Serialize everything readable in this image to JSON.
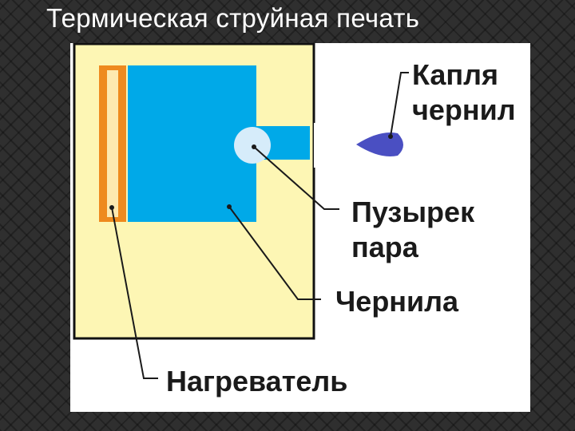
{
  "slide": {
    "title": "Термическая струйная печать"
  },
  "diagram": {
    "labels": {
      "drop_line1": "Капля",
      "drop_line2": "чернил",
      "bubble_line1": "Пузырек",
      "bubble_line2": "пара",
      "ink": "Чернила",
      "heater": "Нагреватель"
    },
    "colors": {
      "chamber_background": "#fdf6b4",
      "ink": "#00a9e8",
      "bubble": "#d6ecfa",
      "heater_outer": "#ee8a1e",
      "heater_inner": "#fde9b0",
      "drop": "#4a4fc2",
      "leader_line": "#1a1a1a"
    }
  }
}
